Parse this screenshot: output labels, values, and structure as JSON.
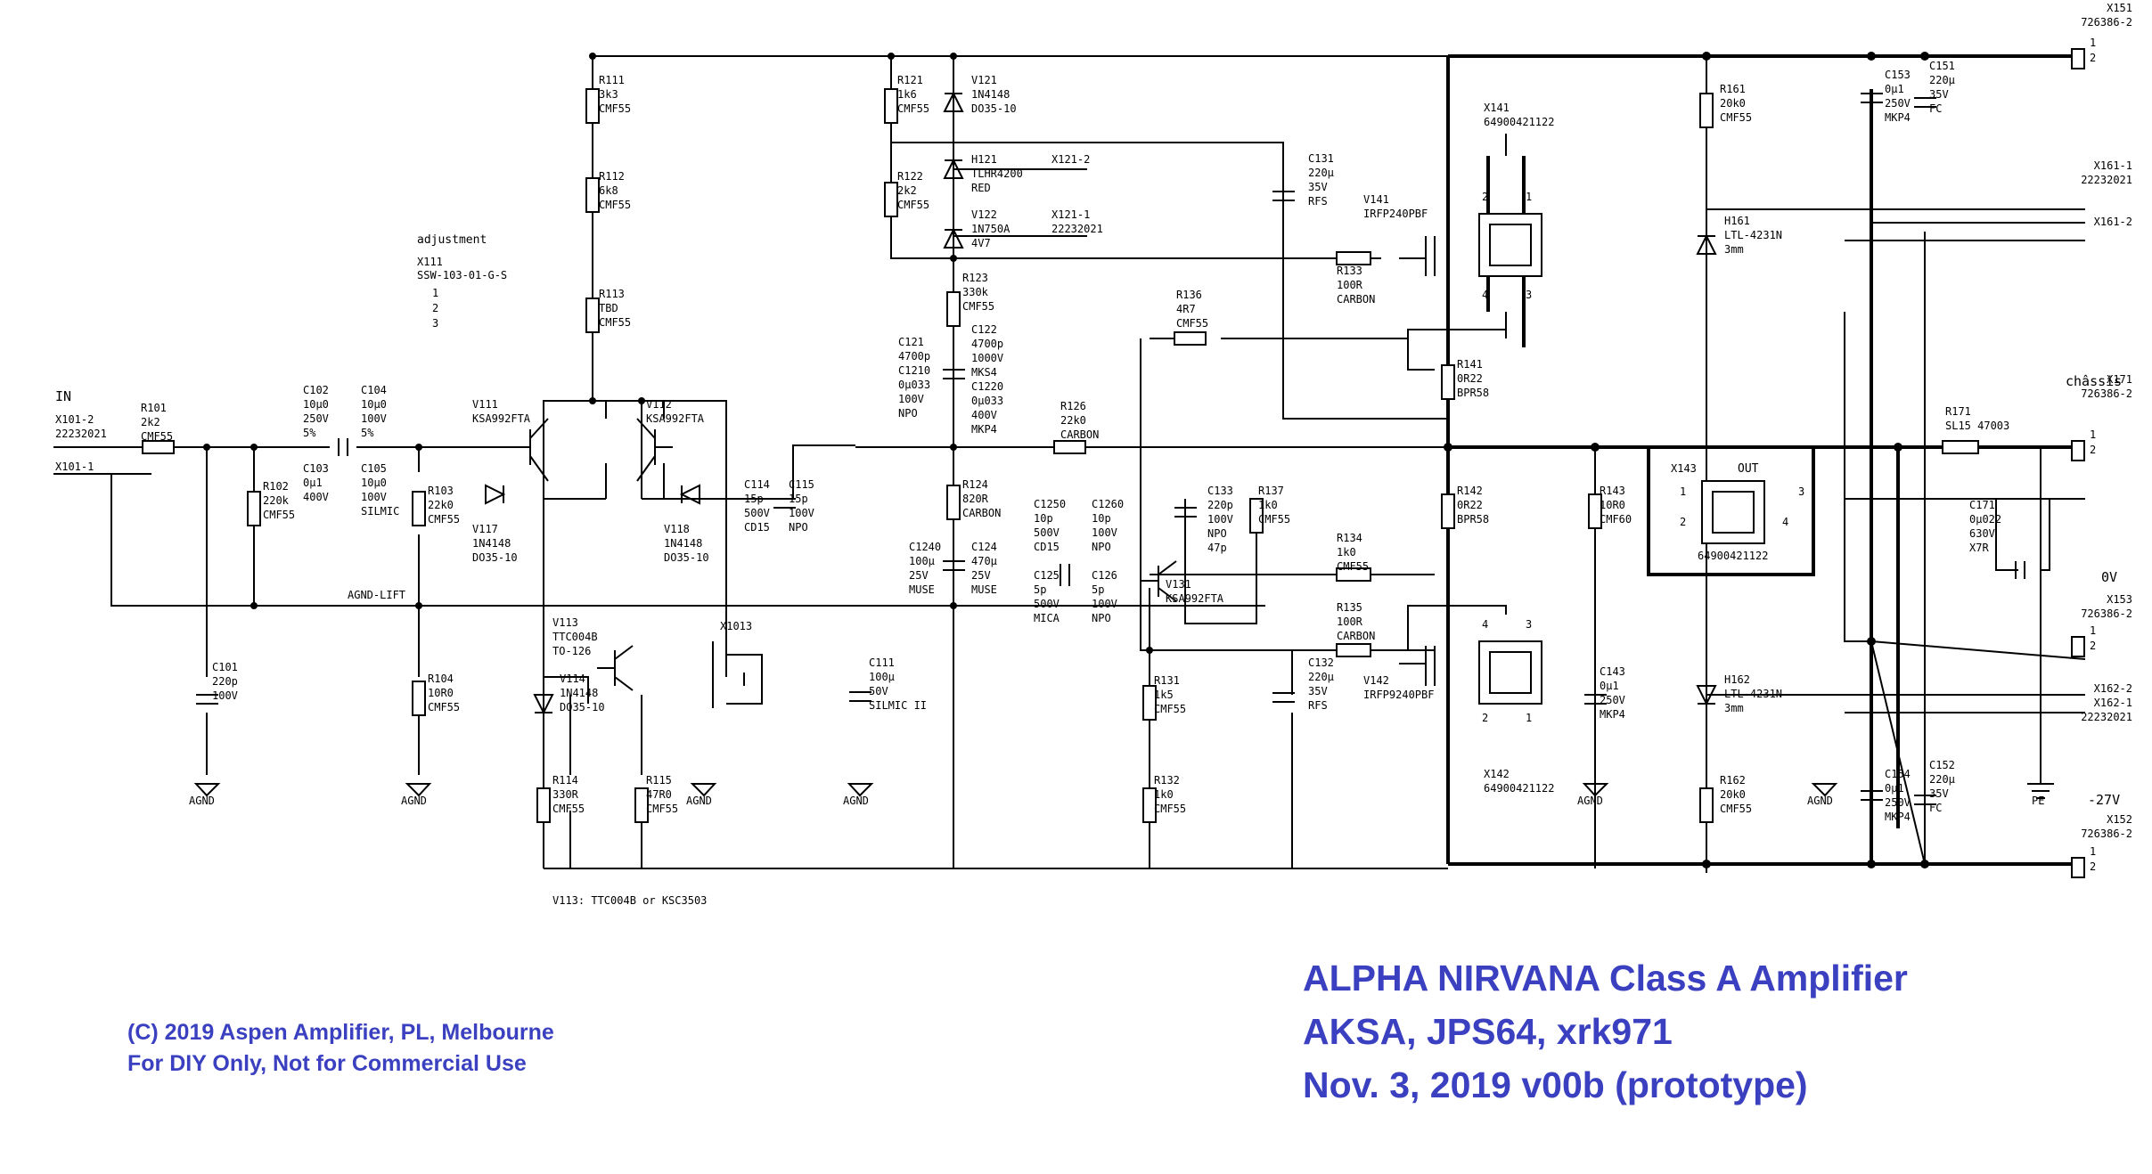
{
  "title": {
    "line1": "ALPHA NIRVANA Class A Amplifier",
    "line2": "AKSA, JPS64, xrk971",
    "line3": "Nov. 3, 2019     v00b (prototype)"
  },
  "copyright": {
    "line1": "(C) 2019 Aspen Amplifier, PL, Melbourne",
    "line2": "For DIY Only, Not for Commercial Use"
  },
  "input": {
    "label": "IN",
    "conn_a": "X101-2",
    "conn_a_part": "22232021",
    "conn_b": "X101-1"
  },
  "adjustment": {
    "label": "adjustment",
    "ref": "X111",
    "part": "SSW-103-01-G-S",
    "pin1": "1",
    "pin2": "2",
    "pin3": "3"
  },
  "notes": {
    "v113": "V113: TTC004B or KSC3503",
    "agnd_lift": "AGND-LIFT"
  },
  "grounds": {
    "agnd": "AGND",
    "pe": "PE"
  },
  "rails": {
    "chassis": "châssis",
    "zero": "0V",
    "neg": "-27V"
  },
  "out": {
    "label": "OUT",
    "ref": "X143",
    "part": "64900421122",
    "p1": "1",
    "p2": "2",
    "p3": "3",
    "p4": "4"
  },
  "parts": [
    {
      "id": "R101",
      "ref": "R101",
      "v1": "2k2",
      "v2": "CMF55"
    },
    {
      "id": "R102",
      "ref": "R102",
      "v1": "220k",
      "v2": "CMF55"
    },
    {
      "id": "C101",
      "ref": "C101",
      "v1": "220p",
      "v2": "100V"
    },
    {
      "id": "C102",
      "ref": "C102",
      "v1": "10μ0",
      "v2": "250V",
      "v3": "5%"
    },
    {
      "id": "C103",
      "ref": "C103",
      "v1": "0μ1",
      "v2": "400V"
    },
    {
      "id": "C104",
      "ref": "C104",
      "v1": "10μ0",
      "v2": "100V",
      "v3": "5%"
    },
    {
      "id": "C105",
      "ref": "C105",
      "v1": "10μ0",
      "v2": "100V",
      "v3": "SILMIC"
    },
    {
      "id": "R103",
      "ref": "R103",
      "v1": "22k0",
      "v2": "CMF55"
    },
    {
      "id": "R104",
      "ref": "R104",
      "v1": "10R0",
      "v2": "CMF55"
    },
    {
      "id": "R111",
      "ref": "R111",
      "v1": "3k3",
      "v2": "CMF55"
    },
    {
      "id": "R112",
      "ref": "R112",
      "v1": "6k8",
      "v2": "CMF55"
    },
    {
      "id": "R113",
      "ref": "R113",
      "v1": "TBD",
      "v2": "CMF55"
    },
    {
      "id": "V111",
      "ref": "V111",
      "v1": "KSA992FTA"
    },
    {
      "id": "V112",
      "ref": "V112",
      "v1": "KSA992FTA"
    },
    {
      "id": "V117",
      "ref": "V117",
      "v1": "1N4148",
      "v2": "DO35-10"
    },
    {
      "id": "V118",
      "ref": "V118",
      "v1": "1N4148",
      "v2": "DO35-10"
    },
    {
      "id": "C114",
      "ref": "C114",
      "v1": "15p",
      "v2": "500V",
      "v3": "CD15"
    },
    {
      "id": "C115",
      "ref": "C115",
      "v1": "15p",
      "v2": "100V",
      "v3": "NPO"
    },
    {
      "id": "V113",
      "ref": "V113",
      "v1": "TTC004B",
      "v2": "TO-126"
    },
    {
      "id": "V114",
      "ref": "V114",
      "v1": "1N4148",
      "v2": "DO35-10"
    },
    {
      "id": "R114",
      "ref": "R114",
      "v1": "330R",
      "v2": "CMF55"
    },
    {
      "id": "R115",
      "ref": "R115",
      "v1": "47R0",
      "v2": "CMF55"
    },
    {
      "id": "X1013",
      "ref": "X1013"
    },
    {
      "id": "C111",
      "ref": "C111",
      "v1": "100μ",
      "v2": "50V",
      "v3": "SILMIC II"
    },
    {
      "id": "R121",
      "ref": "R121",
      "v1": "1k6",
      "v2": "CMF55"
    },
    {
      "id": "R122",
      "ref": "R122",
      "v1": "2k2",
      "v2": "CMF55"
    },
    {
      "id": "V121",
      "ref": "V121",
      "v1": "1N4148",
      "v2": "DO35-10"
    },
    {
      "id": "H121",
      "ref": "H121",
      "v1": "TLHR4200",
      "v2": "RED"
    },
    {
      "id": "V122",
      "ref": "V122",
      "v1": "1N750A",
      "v2": "4V7"
    },
    {
      "id": "X121-2",
      "ref": "X121-2"
    },
    {
      "id": "X121-1",
      "ref": "X121-1",
      "v1": "22232021"
    },
    {
      "id": "R123",
      "ref": "R123",
      "v1": "330k",
      "v2": "CMF55"
    },
    {
      "id": "C121",
      "ref": "C121",
      "v1": "4700p",
      "v2": "C1210",
      "v3": "0μ033",
      "v4": "100V",
      "v5": "NPO"
    },
    {
      "id": "C122",
      "ref": "C122",
      "v1": "4700p",
      "v2": "1000V",
      "v3": "MKS4",
      "v4": "C1220",
      "v5": "0μ033",
      "v6": "400V",
      "v7": "MKP4"
    },
    {
      "id": "R124",
      "ref": "R124",
      "v1": "820R",
      "v2": "CARBON"
    },
    {
      "id": "R126",
      "ref": "R126",
      "v1": "22k0",
      "v2": "CARBON"
    },
    {
      "id": "C1240",
      "ref": "C1240",
      "v1": "100μ",
      "v2": "25V",
      "v3": "MUSE"
    },
    {
      "id": "C124",
      "ref": "C124",
      "v1": "470μ",
      "v2": "25V",
      "v3": "MUSE"
    },
    {
      "id": "C1250",
      "ref": "C1250",
      "v1": "10p",
      "v2": "500V",
      "v3": "CD15"
    },
    {
      "id": "C125",
      "ref": "C125",
      "v1": "5p",
      "v2": "500V",
      "v3": "MICA"
    },
    {
      "id": "C1260",
      "ref": "C1260",
      "v1": "10p",
      "v2": "100V",
      "v3": "NPO"
    },
    {
      "id": "C126",
      "ref": "C126",
      "v1": "5p",
      "v2": "100V",
      "v3": "NPO"
    },
    {
      "id": "R136",
      "ref": "R136",
      "v1": "4R7",
      "v2": "CMF55"
    },
    {
      "id": "C133",
      "ref": "C133",
      "v1": "220p",
      "v2": "100V",
      "v3": "NPO",
      "v4": "47p"
    },
    {
      "id": "R137",
      "ref": "R137",
      "v1": "1k0",
      "v2": "CMF55"
    },
    {
      "id": "V131",
      "ref": "V131",
      "v1": "KSA992FTA"
    },
    {
      "id": "R131",
      "ref": "R131",
      "v1": "1k5",
      "v2": "CMF55"
    },
    {
      "id": "R132",
      "ref": "R132",
      "v1": "1k0",
      "v2": "CMF55"
    },
    {
      "id": "C131",
      "ref": "C131",
      "v1": "220μ",
      "v2": "35V",
      "v3": "RFS"
    },
    {
      "id": "C132",
      "ref": "C132",
      "v1": "220μ",
      "v2": "35V",
      "v3": "RFS"
    },
    {
      "id": "R133",
      "ref": "R133",
      "v1": "100R",
      "v2": "CARBON"
    },
    {
      "id": "R134",
      "ref": "R134",
      "v1": "1k0",
      "v2": "CMF55"
    },
    {
      "id": "R135",
      "ref": "R135",
      "v1": "100R",
      "v2": "CARBON"
    },
    {
      "id": "V141",
      "ref": "V141",
      "v1": "IRFP240PBF"
    },
    {
      "id": "V142",
      "ref": "V142",
      "v1": "IRFP9240PBF"
    },
    {
      "id": "X141",
      "ref": "X141",
      "v1": "64900421122"
    },
    {
      "id": "X142",
      "ref": "X142",
      "v1": "64900421122"
    },
    {
      "id": "R141",
      "ref": "R141",
      "v1": "0R22",
      "v2": "BPR58"
    },
    {
      "id": "R142",
      "ref": "R142",
      "v1": "0R22",
      "v2": "BPR58"
    },
    {
      "id": "R143",
      "ref": "R143",
      "v1": "10R0",
      "v2": "CMF60"
    },
    {
      "id": "C143",
      "ref": "C143",
      "v1": "0μ1",
      "v2": "250V",
      "v3": "MKP4"
    },
    {
      "id": "R161",
      "ref": "R161",
      "v1": "20k0",
      "v2": "CMF55"
    },
    {
      "id": "H161",
      "ref": "H161",
      "v1": "LTL-4231N",
      "v2": "3mm"
    },
    {
      "id": "R162",
      "ref": "R162",
      "v1": "20k0",
      "v2": "CMF55"
    },
    {
      "id": "H162",
      "ref": "H162",
      "v1": "LTL-4231N",
      "v2": "3mm"
    },
    {
      "id": "C153",
      "ref": "C153",
      "v1": "0μ1",
      "v2": "250V",
      "v3": "MKP4"
    },
    {
      "id": "C151",
      "ref": "C151",
      "v1": "220μ",
      "v2": "35V",
      "v3": "FC"
    },
    {
      "id": "C154",
      "ref": "C154",
      "v1": "0μ1",
      "v2": "250V",
      "v3": "MKP4"
    },
    {
      "id": "C152",
      "ref": "C152",
      "v1": "220μ",
      "v2": "35V",
      "v3": "FC"
    },
    {
      "id": "R171",
      "ref": "R171",
      "v1": "SL15 47003"
    },
    {
      "id": "C171",
      "ref": "C171",
      "v1": "0μ022",
      "v2": "630V",
      "v3": "X7R"
    }
  ],
  "connectors": [
    {
      "id": "X151",
      "ref": "X151",
      "part": "726386-2"
    },
    {
      "id": "X161-1",
      "ref": "X161-1",
      "part": "22232021"
    },
    {
      "id": "X161-2",
      "ref": "X161-2"
    },
    {
      "id": "X171",
      "ref": "X171",
      "part": "726386-2"
    },
    {
      "id": "X153",
      "ref": "X153",
      "part": "726386-2"
    },
    {
      "id": "X162-2",
      "ref": "X162-2"
    },
    {
      "id": "X162-1",
      "ref": "X162-1",
      "part": "22232021"
    },
    {
      "id": "X152",
      "ref": "X152",
      "part": "726386-2"
    }
  ],
  "pins": {
    "one": "1",
    "two": "2",
    "three": "3",
    "four": "4"
  }
}
